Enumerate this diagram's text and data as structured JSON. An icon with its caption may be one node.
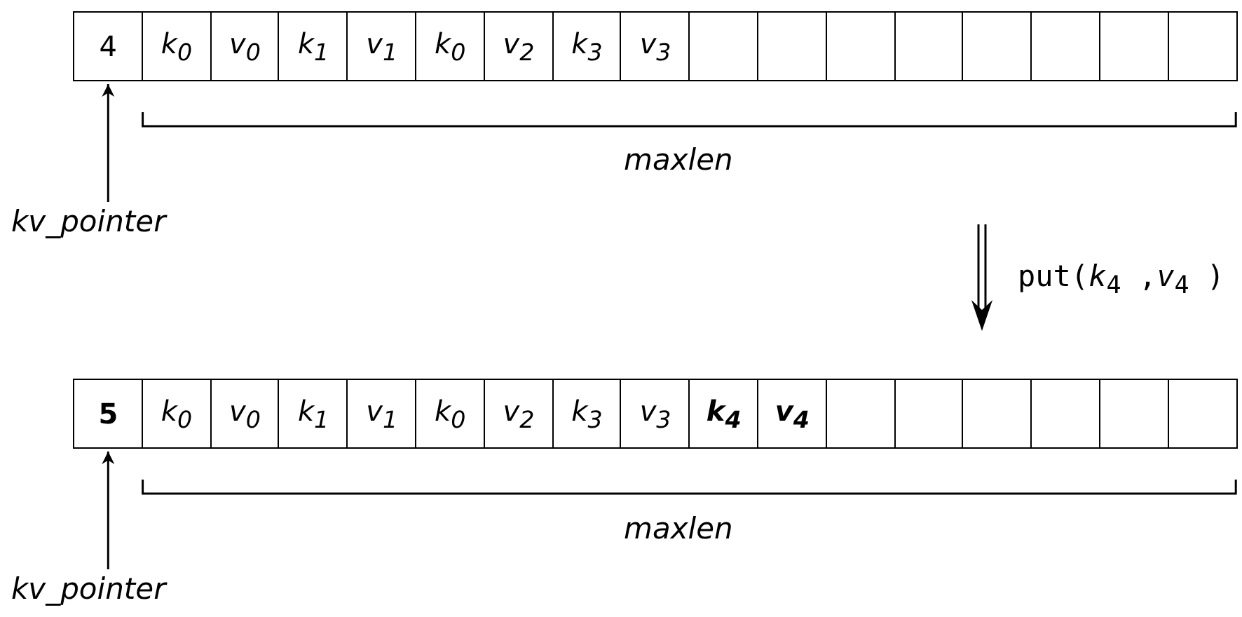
{
  "diagram": {
    "nodes": [
      {
        "text": [
          "4"
        ]
      },
      {
        "text": [
          "k$_{0}$"
        ]
      },
      {
        "text": [
          "v$_{0}$"
        ]
      },
      {
        "text": [
          "k$_{1}$"
        ]
      },
      {
        "text": [
          "v$_{1}$"
        ]
      },
      {
        "text": [
          "k$_{0}$"
        ]
      },
      {
        "text": [
          "v$_{2}$"
        ]
      },
      {
        "text": [
          "k$_{3}$"
        ]
      },
      {
        "text": [
          "v$_{3}$"
        ]
      },
      {
        "text": [],
        "shape": "box"
      },
      {
        "text": [],
        "shape": "box"
      },
      {
        "text": [],
        "shape": "box"
      },
      {
        "text": [],
        "shape": "box"
      },
      {
        "text": [],
        "shape": "box"
      },
      {
        "text": [],
        "shape": "box"
      },
      {
        "text": [],
        "shape": "box"
      },
      {
        "text": [],
        "shape": "box"
      },
      {
        "text": [
          "kv_pointer"
        ]
      },
      {
        "text": [
          "**5**"
        ]
      },
      {
        "text": [
          "k$_{0}$"
        ]
      },
      {
        "text": [
          "v$_{0}$"
        ]
      },
      {
        "text": [
          "k$_{1}$"
        ]
      },
      {
        "text": [
          "v$_{1}$"
        ]
      },
      {
        "text": [
          "k$_{0}$"
        ]
      },
      {
        "text": [
          "v$_{2}$"
        ]
      },
      {
        "text": [
          "k$_{3}$"
        ]
      },
      {
        "text": [
          "v$_{3}$"
        ]
      },
      {
        "text": [
          "**k$_{4}$**"
        ]
      },
      {
        "text": [
          "**v$_{4}$**"
        ]
      },
      {
        "text": [],
        "shape": "box"
      },
      {
        "text": [],
        "shape": "box"
      },
      {
        "text": [],
        "shape": "box"
      },
      {
        "text": [],
        "shape": "box"
      },
      {
        "text": [],
        "shape": "box"
      },
      {
        "text": [],
        "shape": "box"
      },
      {
        "text": [
          "kv_pointer"
        ]
      }
    ],
    "edges": [
      {
        "from": 17,
        "to": 0,
        "arrow": "to"
      },
      {
        "from": 35,
        "to": 18,
        "arrow": "to"
      }
    ],
    "labels": [
      "maxlen",
      "put(*k*$_{4}$ ,*v*$_{4}$ )",
      "maxlen"
    ]
  }
}
